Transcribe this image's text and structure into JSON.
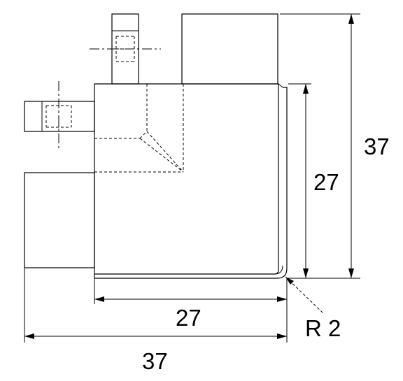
{
  "dimensions": {
    "overall_height": "37",
    "body_height": "27",
    "body_width": "27",
    "overall_width": "37",
    "corner_radius": "R 2"
  }
}
